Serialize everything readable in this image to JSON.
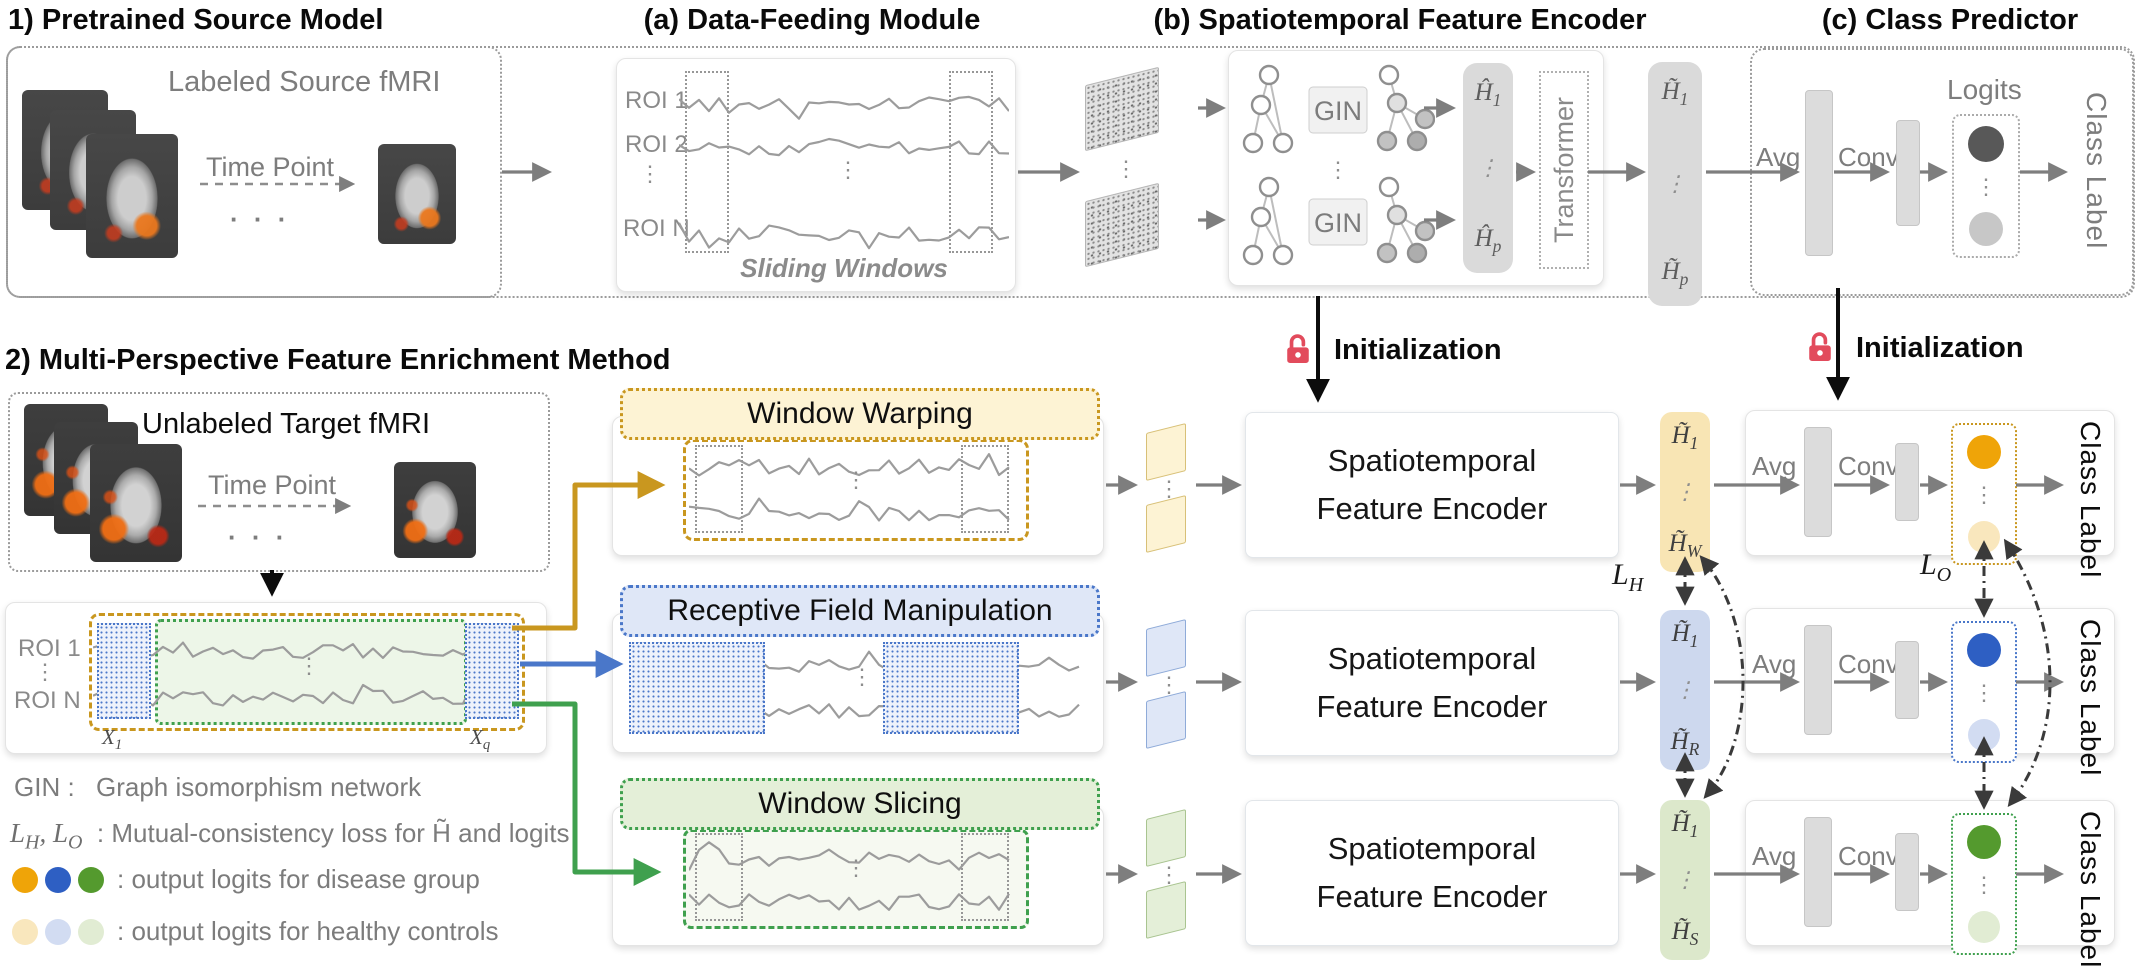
{
  "colors": {
    "orange": "#c9971f",
    "orange_fill": "#fdf3d4",
    "orange_pale": "#f9e7bd",
    "orange_dot": "#efa408",
    "orange_pill": "#f8e5b4",
    "blue": "#4a77c9",
    "blue_fill": "#dfe7f7",
    "blue_pale": "#d2dcf2",
    "blue_dot": "#2e5fc3",
    "blue_pill": "#cdd8ee",
    "green": "#3fa04e",
    "green_fill": "#e4efd8",
    "green_pale": "#e1ecd3",
    "green_dot": "#549a2e",
    "green_pill": "#dce8cb",
    "lock_red": "#e24b5c",
    "gray_text": "#7d7d7d",
    "arrow": "#7e7e7e",
    "ink": "#141414",
    "dash": "#3a3a3a"
  },
  "glyphs": {
    "vdots": "⋮",
    "hdots": "·  ·  ·"
  },
  "top": {
    "section_title": "1) Pretrained Source Model",
    "source": {
      "title": "Labeled Source fMRI",
      "time_label": "Time Point"
    },
    "module_a": {
      "title": "(a) Data-Feeding Module",
      "roi1": "ROI 1",
      "roi2": "ROI 2",
      "roin": "ROI N",
      "caption": "Sliding Windows"
    },
    "module_b": {
      "title": "(b) Spatiotemporal Feature Encoder",
      "gin": "GIN",
      "transformer": "Transformer",
      "h_hat_base": "Ĥ",
      "h_tilde_base": "H̃",
      "sub_first": "1",
      "sub_last": "p"
    },
    "module_c": {
      "title": "(c) Class Predictor",
      "avg": "Avg",
      "conv": "Conv",
      "logits": "Logits",
      "class_label": "Class Label"
    }
  },
  "init_label": "Initialization",
  "bottom": {
    "section_title": "2) Multi-Perspective Feature Enrichment Method",
    "target": {
      "title": "Unlabeled Target fMRI",
      "time_label": "Time Point"
    },
    "roi_box": {
      "roi1": "ROI 1",
      "roin": "ROI N",
      "x_base": "X",
      "x1_sub": "1",
      "xq_sub": "q"
    },
    "branches": [
      {
        "label": "Window Warping",
        "h_base": "H̃",
        "h_top_sub": "1",
        "h_bottom_sub": "W"
      },
      {
        "label": "Receptive Field Manipulation",
        "h_base": "H̃",
        "h_top_sub": "1",
        "h_bottom_sub": "R"
      },
      {
        "label": "Window Slicing",
        "h_base": "H̃",
        "h_top_sub": "1",
        "h_bottom_sub": "S"
      }
    ],
    "encoder": {
      "line1": "Spatiotemporal",
      "line2": "Feature Encoder"
    },
    "predictor": {
      "avg": "Avg",
      "conv": "Conv",
      "class_label": "Class Label"
    },
    "loss_h": {
      "base": "L",
      "sub": "H"
    },
    "loss_o": {
      "base": "L",
      "sub": "O"
    }
  },
  "legend": {
    "gin_term": "GIN :",
    "gin_def": "Graph isomorphism network",
    "loss_base1": "L",
    "loss_sub1": "H",
    "loss_sep": ", ",
    "loss_base2": "L",
    "loss_sub2": "O",
    "loss_def": ": Mutual-consistency loss for H̃ and logits",
    "disease_def": ":  output logits for disease group",
    "healthy_def": ":  output logits for healthy controls"
  }
}
